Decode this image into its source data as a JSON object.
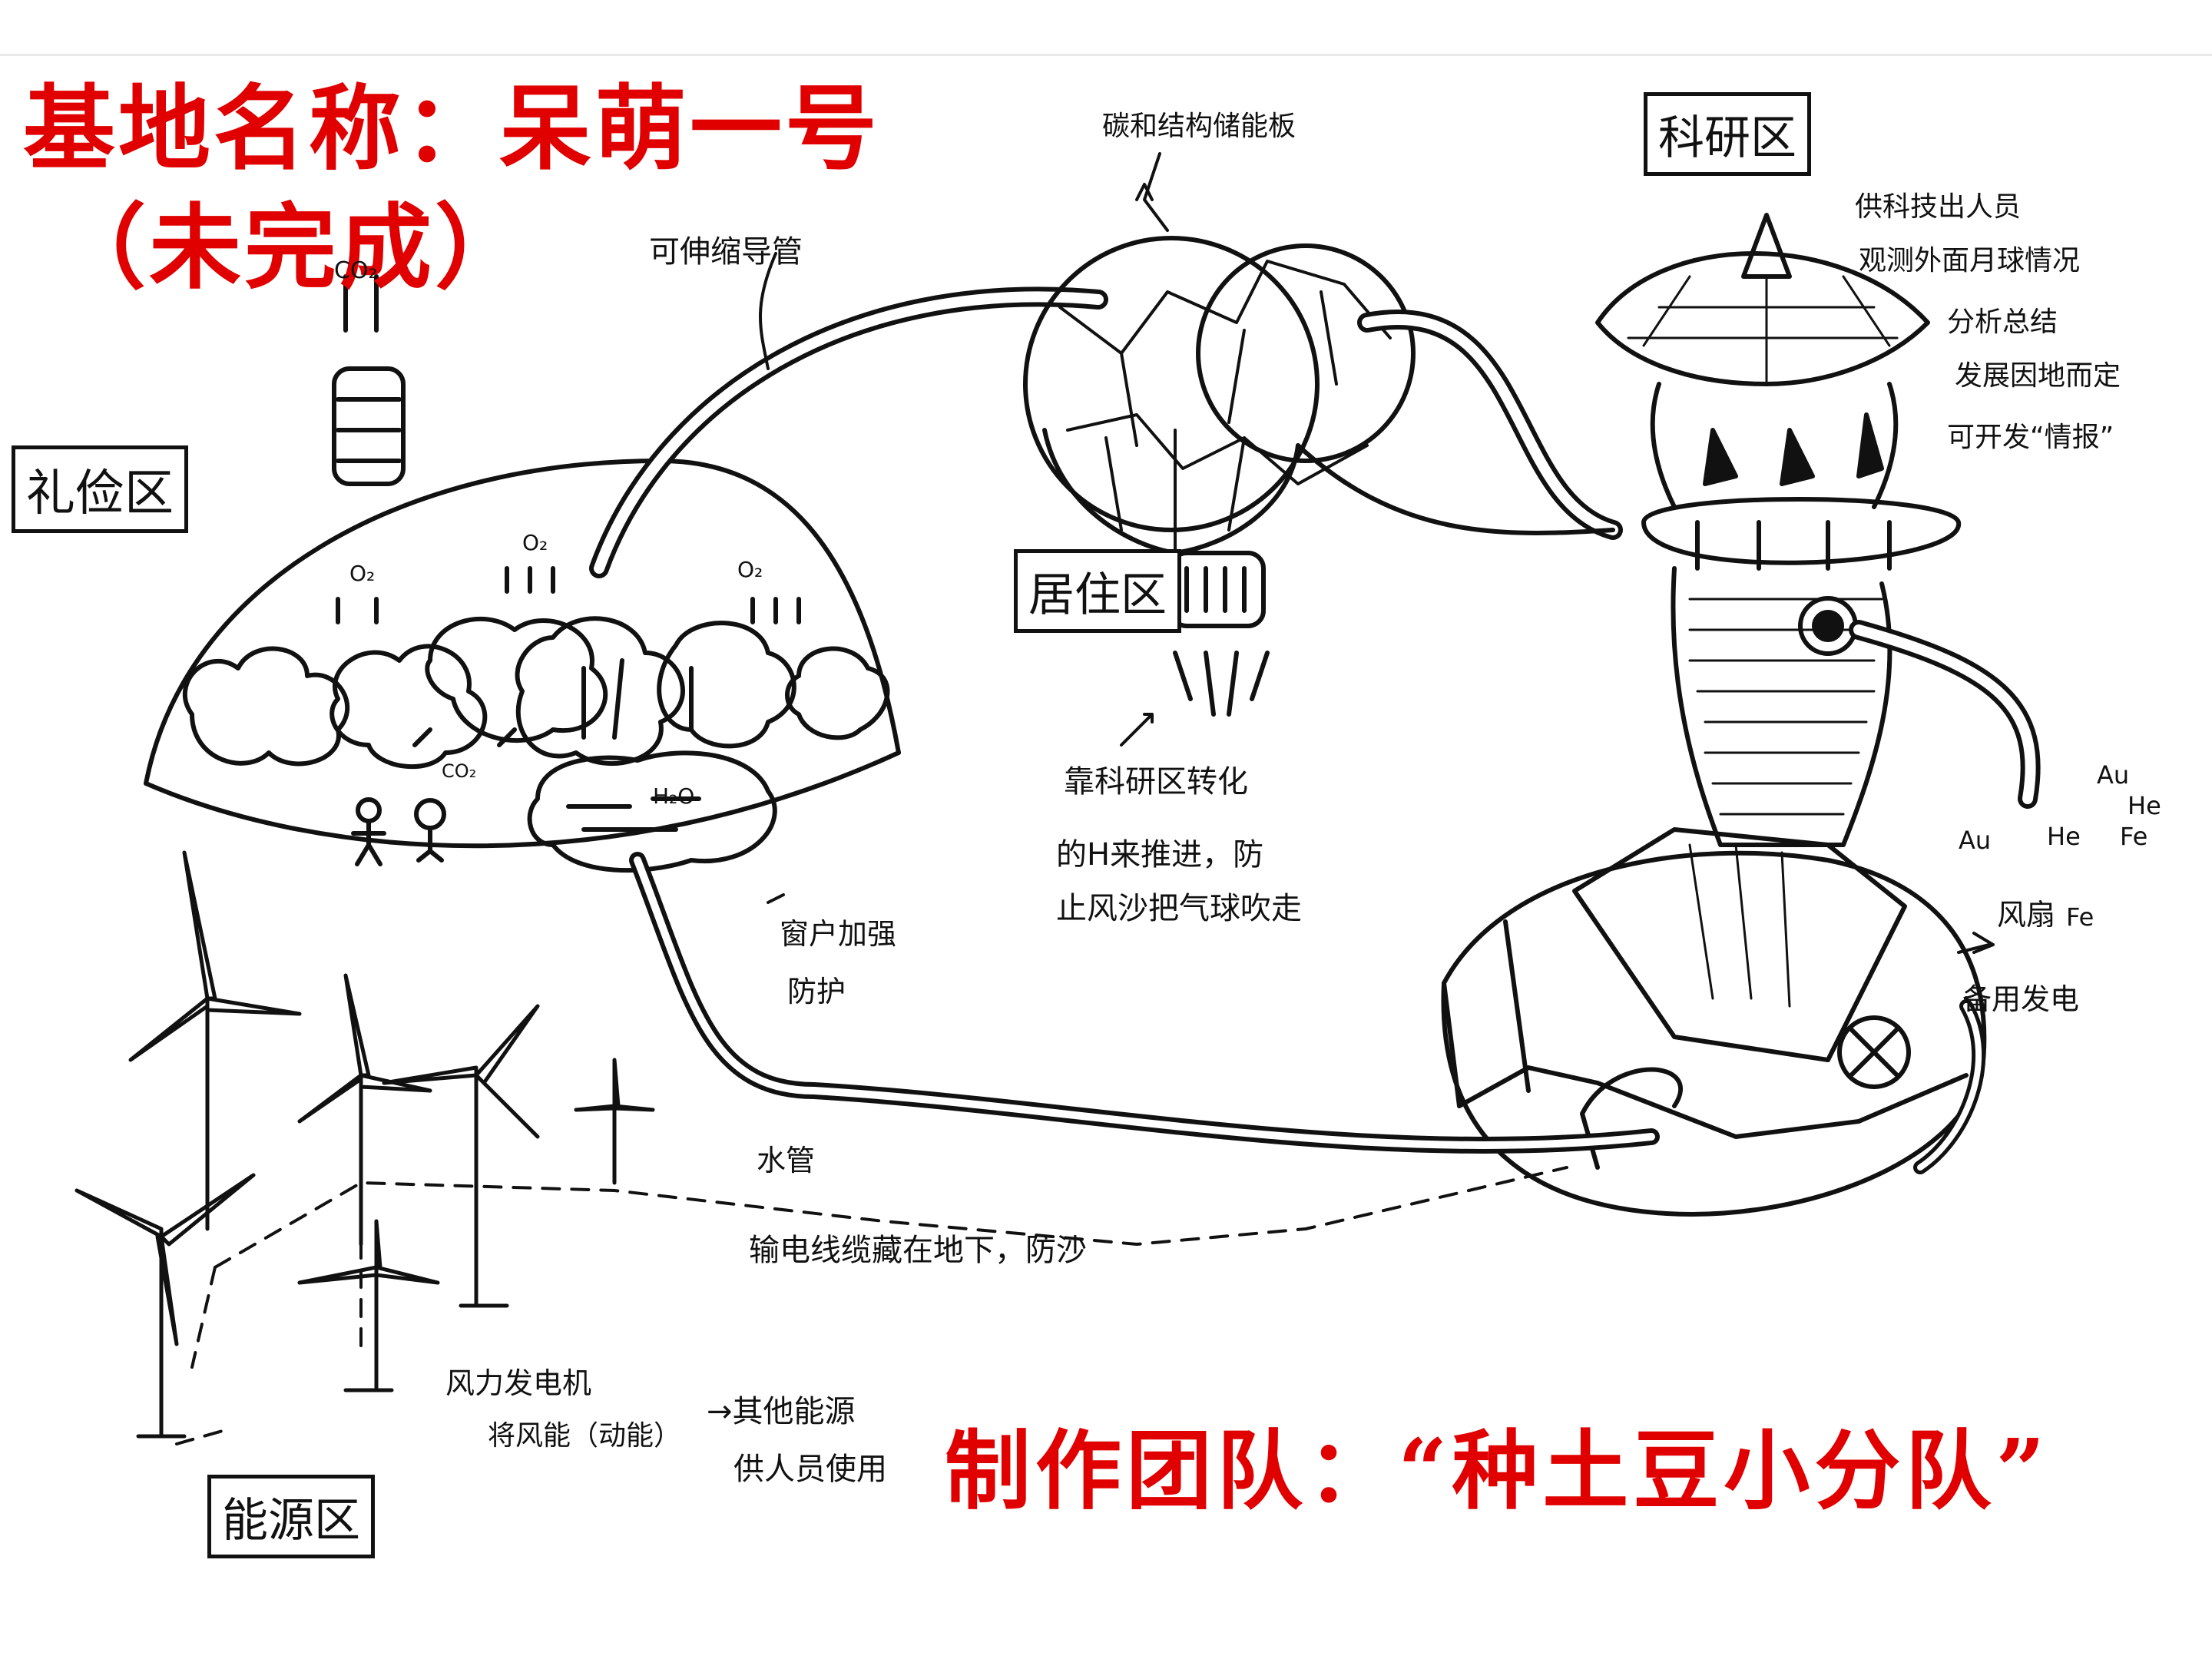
{
  "title": {
    "base_name_line": "基地名称：呆萌一号",
    "status_line": "（未完成）"
  },
  "team": "制作团队：“种土豆小分队”",
  "zones": {
    "eco": "礼俭区",
    "living": "居住区",
    "research": "科研区",
    "energy": "能源区"
  },
  "gas_labels": {
    "co2": "CO₂",
    "o2": "O₂",
    "h2o": "H₂O"
  },
  "element_labels": [
    "Au",
    "He",
    "Fe",
    "Au",
    "He",
    "Fe"
  ],
  "annotations": {
    "pipe": "可伸缩导管",
    "carbon": "碳和结构储能板",
    "thrust_line1": "靠科研区转化",
    "thrust_line2": "的H来推进，防",
    "thrust_line3": "止风沙把气球吹走",
    "protect_line1": "窗户加强",
    "protect_line2": "防护",
    "water_pipe": "水管",
    "cable": "输电线缆藏在地下，防沙",
    "research_line1": "供科技出人员",
    "research_line2": "观测外面月球情况",
    "research_line3": "分析总结",
    "research_line4": "发展因地而定",
    "research_line5": "可开发“情报”",
    "wind_fan_line1": "风扇",
    "wind_fan_line2": "备用发电",
    "windgen_line1": "风力发电机",
    "windgen_line2": "将风能（动能）",
    "other_energy_line1": "→其他能源",
    "other_energy_line2": "供人员使用"
  },
  "colors": {
    "title_red": "#e00000",
    "ink": "#111111"
  }
}
